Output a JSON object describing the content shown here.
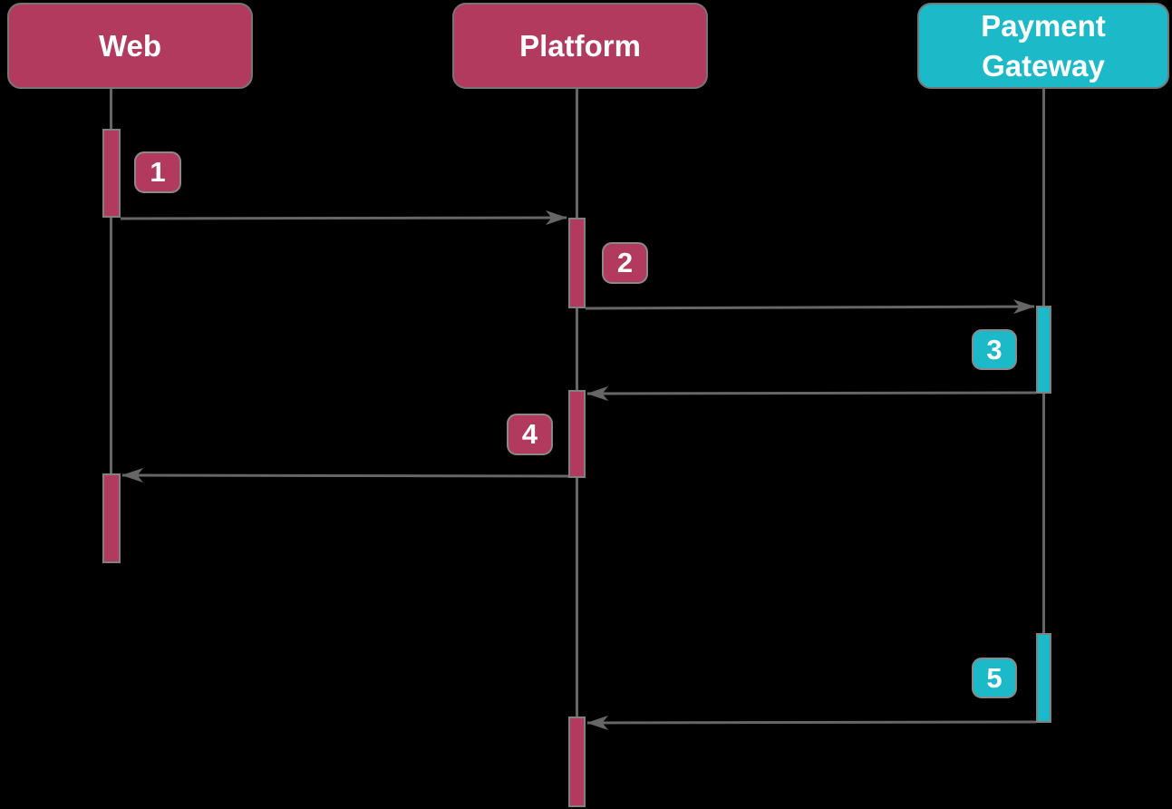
{
  "diagram": {
    "type": "sequence-diagram",
    "background_color": "#000000",
    "palette": {
      "rose": "#b23a5f",
      "teal": "#1cbac9",
      "line_gray": "#666666",
      "border_gray": "#808080",
      "label_text": "#ffffff"
    },
    "actors": [
      {
        "label": "Web",
        "color": "#b23a5f"
      },
      {
        "label": "Platform",
        "color": "#b23a5f"
      },
      {
        "label": "Payment Gateway",
        "color": "#1cbac9"
      }
    ],
    "step_badges": [
      {
        "num": "1",
        "lane": "Web",
        "color": "#b23a5f"
      },
      {
        "num": "2",
        "lane": "Platform",
        "color": "#b23a5f"
      },
      {
        "num": "3",
        "lane": "Payment Gateway",
        "color": "#1cbac9"
      },
      {
        "num": "4",
        "lane": "Platform",
        "color": "#b23a5f"
      },
      {
        "num": "5",
        "lane": "Payment Gateway",
        "color": "#1cbac9"
      }
    ],
    "messages": [
      {
        "step": "1",
        "from": "Web",
        "to": "Platform",
        "direction": "right"
      },
      {
        "step": "2",
        "from": "Platform",
        "to": "Payment Gateway",
        "direction": "right"
      },
      {
        "step": "3",
        "from": "Payment Gateway",
        "to": "Platform",
        "direction": "left"
      },
      {
        "step": "4",
        "from": "Platform",
        "to": "Web",
        "direction": "left"
      },
      {
        "step": "5",
        "from": "Payment Gateway",
        "to": "Platform",
        "direction": "left"
      }
    ]
  }
}
